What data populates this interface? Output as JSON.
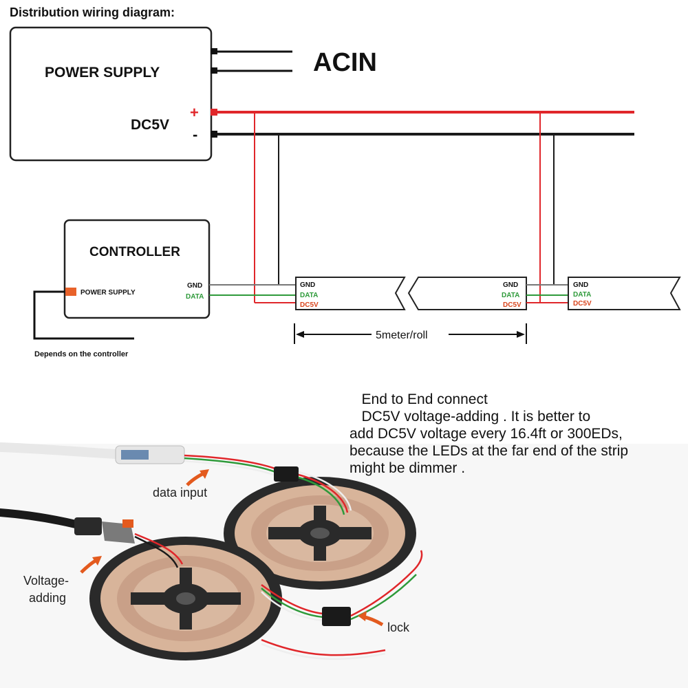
{
  "title": "Distribution wiring diagram:",
  "power_supply": {
    "label": "POWER SUPPLY",
    "output": "DC5V",
    "plus": "+",
    "minus": "-",
    "input": "ACIN"
  },
  "controller": {
    "label": "CONTROLLER",
    "power_label": "POWER SUPPLY",
    "gnd": "GND",
    "data": "DATA",
    "note": "Depends on the controller"
  },
  "strip": {
    "gnd": "GND",
    "data": "DATA",
    "dc5v": "DC5V",
    "length": "5meter/roll"
  },
  "note": {
    "lines": [
      "   End to End connect",
      "   DC5V voltage-adding . It is better to",
      "add DC5V voltage every 16.4ft or 300EDs,",
      "because the LEDs at the far end of the strip",
      "might be dimmer ."
    ]
  },
  "photo_labels": {
    "data_input": "data input",
    "voltage_adding_1": "Voltage-",
    "voltage_adding_2": "adding",
    "lock": "lock"
  },
  "colors": {
    "red_wire": "#e0262a",
    "black_wire": "#1a1a1a",
    "green_wire": "#2e9a3a",
    "dc5v_text": "#d9441c",
    "data_text": "#2e9a3a",
    "arrow": "#e35a1e",
    "reel": "#2a2a2a"
  }
}
